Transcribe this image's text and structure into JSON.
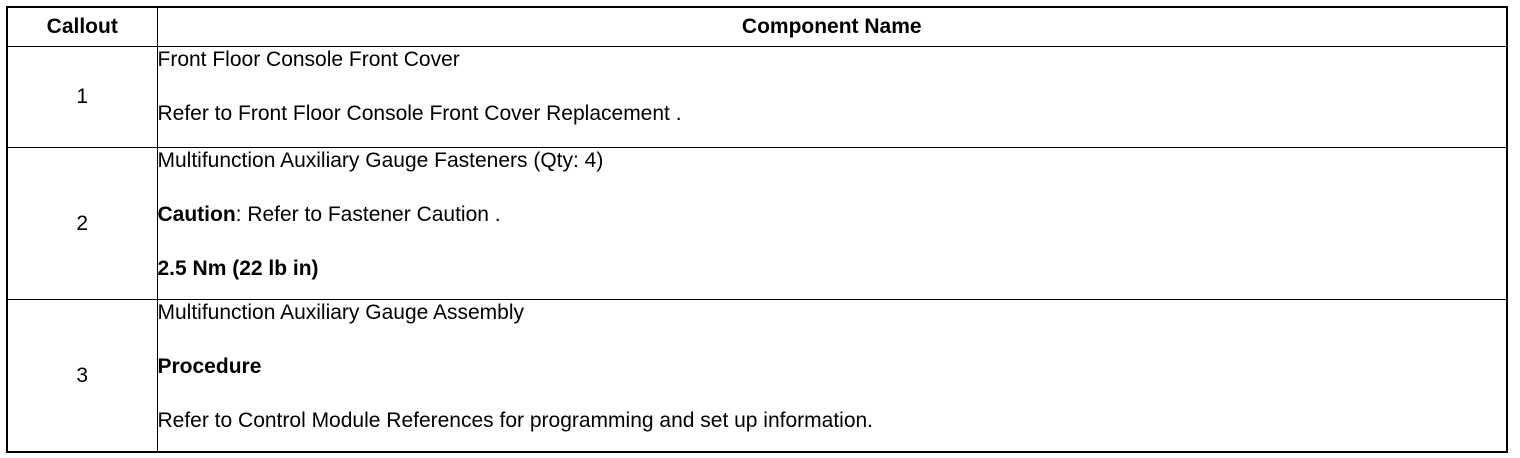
{
  "table": {
    "headers": {
      "callout": "Callout",
      "component": "Component Name"
    },
    "rows": [
      {
        "callout": "1",
        "name": "Front Floor Console Front Cover",
        "note": "Refer to Front Floor Console Front Cover Replacement ."
      },
      {
        "callout": "2",
        "name": "Multifunction Auxiliary Gauge Fasteners (Qty: 4)",
        "caution_label": "Caution",
        "caution_text": ": Refer to Fastener Caution .",
        "torque": "2.5 Nm (22 lb in)"
      },
      {
        "callout": "3",
        "name": "Multifunction Auxiliary Gauge Assembly",
        "procedure_label": "Procedure",
        "note": "Refer to Control Module References for programming and set up information."
      }
    ]
  }
}
